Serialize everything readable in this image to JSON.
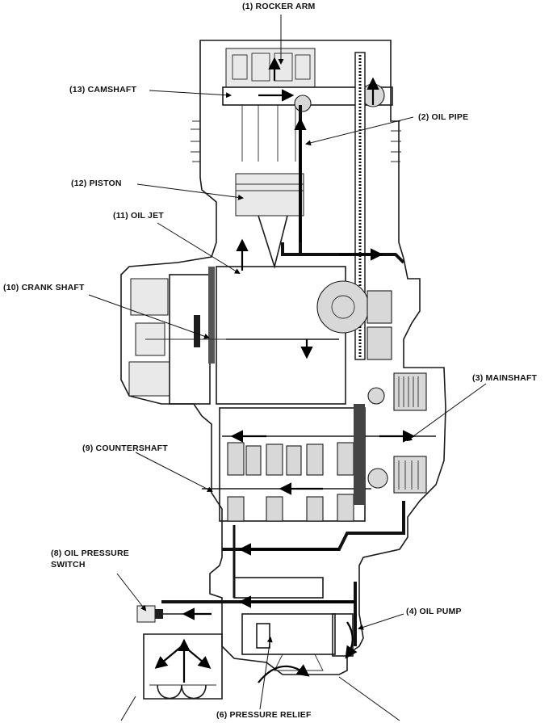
{
  "labels": {
    "rocker_arm": "(1) ROCKER ARM",
    "oil_pipe": "(2) OIL PIPE",
    "mainshaft": "(3) MAINSHAFT",
    "oil_pump": "(4) OIL PUMP",
    "pressure_relief": "(6) PRESSURE RELIEF",
    "oil_pressure_switch": "(8) OIL PRESSURE\nSWITCH",
    "countershaft": "(9) COUNTERSHAFT",
    "crank_shaft": "(10) CRANK SHAFT",
    "oil_jet": "(11) OIL JET",
    "piston": "(12) PISTON",
    "camshaft": "(13) CAMSHAFT"
  }
}
